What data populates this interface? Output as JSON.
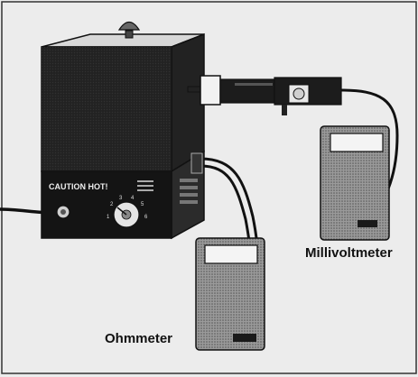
{
  "labels": {
    "caution": "CAUTION HOT!",
    "millivoltmeter": "Millivoltmeter",
    "ohmmeter": "Ohmmeter"
  },
  "colors": {
    "background": "#ececec",
    "ink": "#1a1a1a",
    "meter_body": "#8c8c8c",
    "display": "#f4f4f4"
  },
  "dial_ticks": [
    "1",
    "2",
    "3",
    "4",
    "5",
    "6"
  ]
}
